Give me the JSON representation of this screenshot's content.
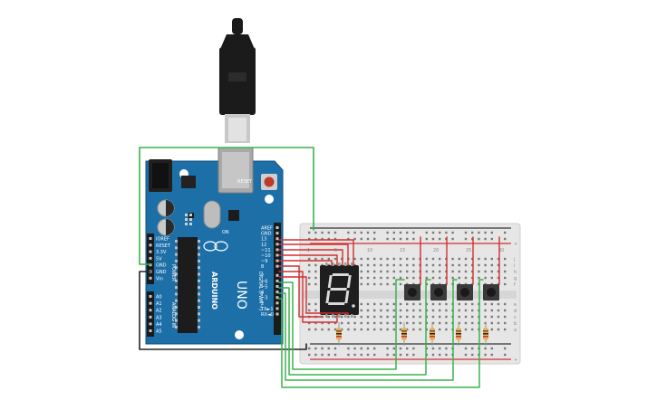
{
  "board": {
    "brand": "ARDUINO",
    "model": "UNO",
    "on_label": "ON",
    "reset_label": "RESET",
    "header_top": [
      "AREF",
      "GND",
      "13",
      "12",
      "~11",
      "~10",
      "~9",
      "8",
      "7",
      "~6",
      "~5",
      "4",
      "~3",
      "2",
      "TX►1",
      "RX◄0"
    ],
    "digital_label": "DIGITAL (PWM ~)",
    "power_label": "POWER",
    "power_pins": [
      "IOREF",
      "RESET",
      "3.3V",
      "5V",
      "GND",
      "GND",
      "Vin"
    ],
    "analog_label": "ANALOG IN",
    "analog_pins": [
      "A0",
      "A1",
      "A2",
      "A3",
      "A4",
      "A5"
    ]
  },
  "display": {
    "digit": "8"
  },
  "breadboard": {
    "top_rows": [
      "j",
      "i",
      "h",
      "g",
      "f"
    ],
    "bottom_rows": [
      "e",
      "d",
      "c",
      "b",
      "a"
    ],
    "col_numbers": [
      "1",
      "5",
      "10",
      "15",
      "20",
      "25",
      "30"
    ],
    "rail_plus": "+",
    "rail_minus": "−"
  },
  "colors": {
    "board": "#1d6fa8",
    "wire_red": "#d32f2f",
    "wire_green": "#3bb34a",
    "wire_black": "#222222",
    "breadboard": "#e6e6e6",
    "display": "#1e1e1e",
    "segment_on": "#d9d9d9",
    "button": "#3a3a3a",
    "resistor": "#e6b25a"
  }
}
